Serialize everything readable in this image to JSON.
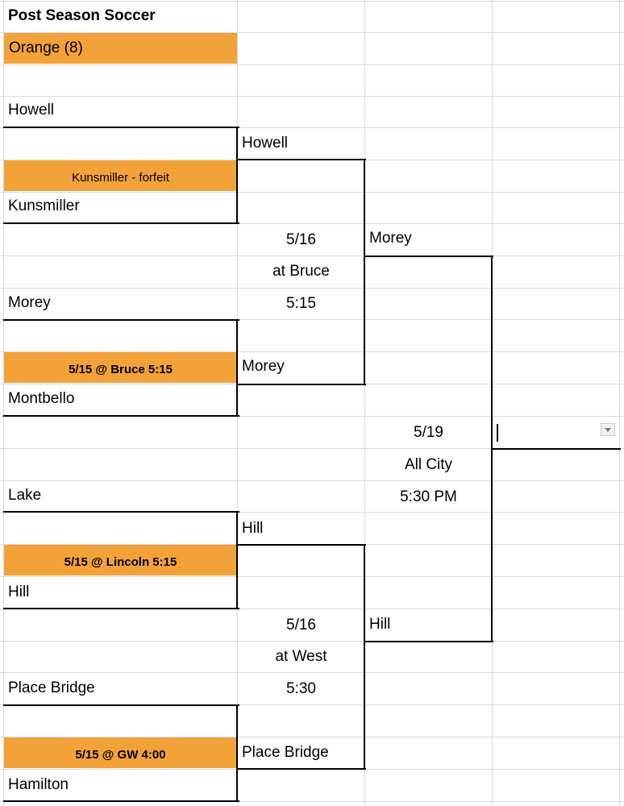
{
  "sheet": {
    "title": "Post Season Soccer",
    "bracket_name": "Orange (8)",
    "accent_color": "#f3a23a"
  },
  "round1": {
    "game1": {
      "team_a": "Howell",
      "note": "Kunsmiller - forfeit",
      "team_b": "Kunsmiller"
    },
    "game2": {
      "team_a": "Morey",
      "note": "5/15 @ Bruce 5:15",
      "team_b": "Montbello"
    },
    "game3": {
      "team_a": "Lake",
      "note": "5/15 @ Lincoln 5:15",
      "team_b": "Hill"
    },
    "game4": {
      "team_a": "Place Bridge",
      "note": "5/15 @ GW 4:00",
      "team_b": "Hamilton"
    }
  },
  "semis": {
    "top": {
      "team_a": "Howell",
      "date": "5/16",
      "location": "at Bruce",
      "time": "5:15",
      "team_b": "Morey"
    },
    "bottom": {
      "team_a": "Hill",
      "date": "5/16",
      "location": "at West",
      "time": "5:30",
      "team_b": "Place Bridge"
    }
  },
  "final": {
    "team_a": "Morey",
    "date": "5/19",
    "location": "All City",
    "time": "5:30 PM",
    "team_b": "Hill"
  },
  "champion": {
    "value": ""
  },
  "icons": {
    "dropdown": "dropdown-arrow-icon"
  }
}
